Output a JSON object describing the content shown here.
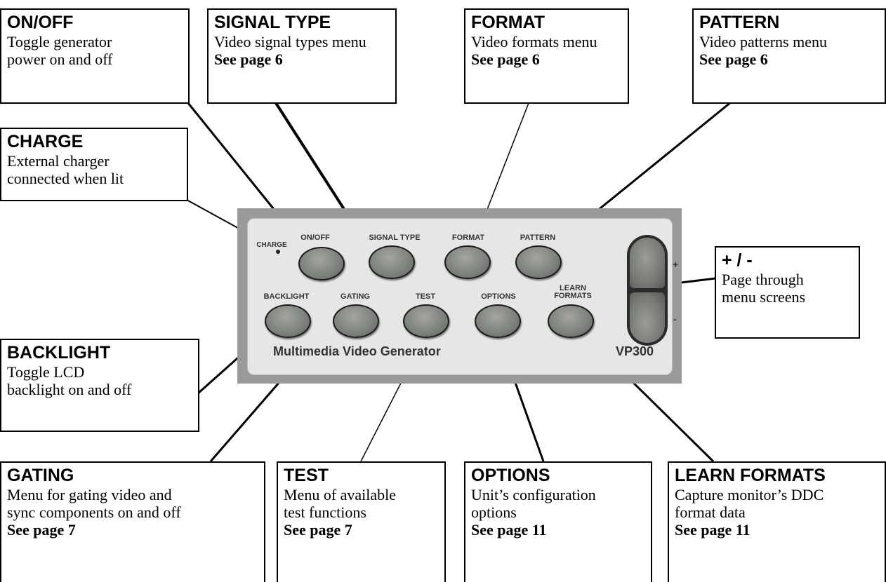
{
  "callouts": {
    "onoff": {
      "title": "ON/OFF",
      "desc": "Toggle generator\npower on and off"
    },
    "signal_type": {
      "title": "SIGNAL TYPE",
      "desc": "Video signal types menu",
      "page": "See page 6"
    },
    "format": {
      "title": "FORMAT",
      "desc": "Video formats menu",
      "page": "See page 6"
    },
    "pattern": {
      "title": "PATTERN",
      "desc": "Video patterns menu",
      "page": "See page 6"
    },
    "charge": {
      "title": "CHARGE",
      "desc": "External charger\nconnected when lit"
    },
    "plusminus": {
      "title": "+ / -",
      "desc": "Page through\nmenu screens"
    },
    "backlight": {
      "title": "BACKLIGHT",
      "desc": "Toggle LCD\nbacklight on and off"
    },
    "gating": {
      "title": "GATING",
      "desc": "Menu for gating video and\nsync components  on and off",
      "page": "See page 7"
    },
    "test": {
      "title": "TEST",
      "desc": "Menu of available\ntest functions",
      "page": "See page 7"
    },
    "options": {
      "title": "OPTIONS",
      "desc": "Unit’s configuration\noptions",
      "page": "See page 11"
    },
    "learn_formats": {
      "title": "LEARN FORMATS",
      "desc": "Capture monitor’s DDC\nformat data",
      "page": "See page 11"
    }
  },
  "device": {
    "charge_label": "CHARGE",
    "btn_onoff": "ON/OFF",
    "btn_signal_type": "SIGNAL TYPE",
    "btn_format": "FORMAT",
    "btn_pattern": "PATTERN",
    "btn_backlight": "BACKLIGHT",
    "btn_gating": "GATING",
    "btn_test": "TEST",
    "btn_options": "OPTIONS",
    "btn_learn": "LEARN\nFORMATS",
    "brand": "Multimedia Video Generator",
    "model": "VP300",
    "plus": "+",
    "minus": "-"
  }
}
